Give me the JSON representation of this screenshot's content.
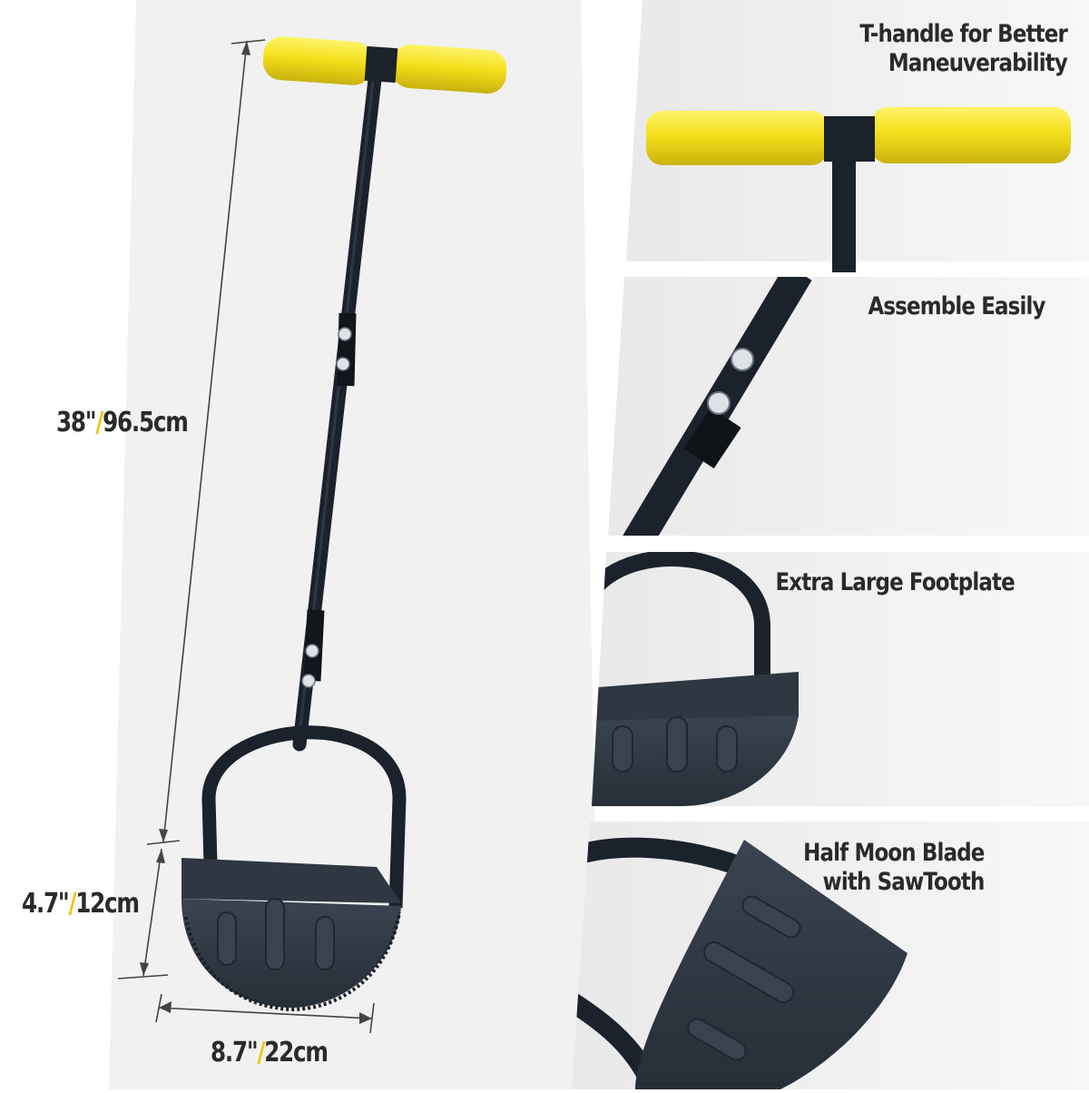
{
  "dimensions": {
    "height": {
      "imperial": "38\"",
      "separator": "/",
      "metric": "96.5cm"
    },
    "blade_height": {
      "imperial": "4.7\"",
      "separator": "/",
      "metric": "12cm"
    },
    "blade_width": {
      "imperial": "8.7\"",
      "separator": "/",
      "metric": "22cm"
    }
  },
  "features": [
    {
      "lines": [
        "T-handle for Better",
        "Maneuverability"
      ]
    },
    {
      "lines": [
        "Assemble Easily"
      ]
    },
    {
      "lines": [
        "Extra Large Footplate"
      ]
    },
    {
      "lines": [
        "Half Moon Blade",
        "with SawTooth"
      ]
    }
  ],
  "colors": {
    "grip_yellow": "#f5e01c",
    "shaft_black": "#1c222b",
    "blade_gray": "#2e3742",
    "accent_yellow": "#f2c200",
    "text_dark": "#2a2a2a",
    "panel_bg": "#f2f2f2"
  }
}
